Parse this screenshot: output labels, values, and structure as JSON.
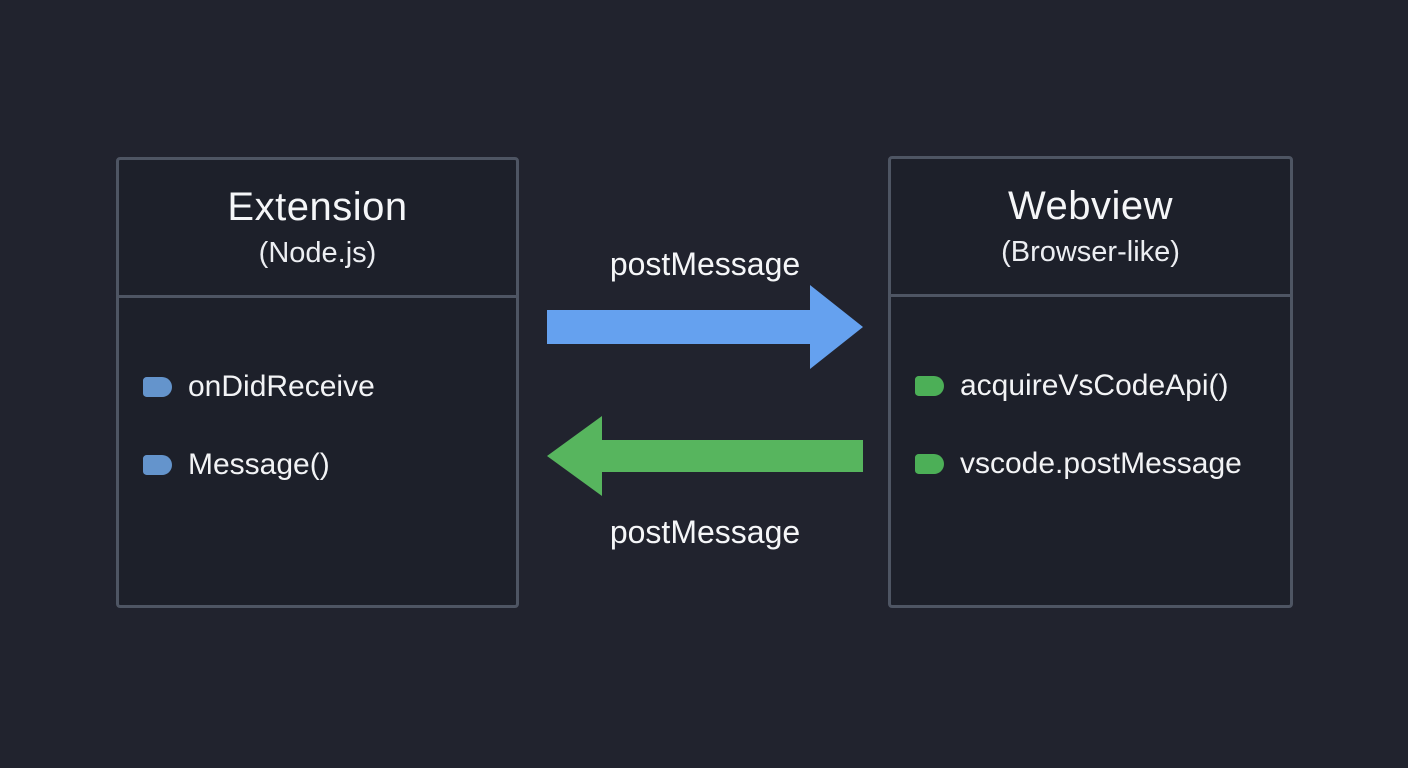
{
  "colors": {
    "background": "#21232e",
    "box_fill": "#1d202a",
    "box_border": "#4e5563",
    "text": "#f2f3f5",
    "blue_arrow": "#65a1ef",
    "green_arrow": "#57b55e",
    "blue_bullet": "#6494cc",
    "green_bullet": "#4caf57"
  },
  "diagram": {
    "left_box": {
      "title": "Extension",
      "subtitle": "(Node.js)",
      "items": [
        {
          "bullet": "blue-tag-bullet",
          "label": "onDidReceive"
        },
        {
          "bullet": "blue-tag-bullet",
          "label": "Message()"
        }
      ]
    },
    "right_box": {
      "title": "Webview",
      "subtitle": "(Browser-like)",
      "items": [
        {
          "bullet": "green-tag-bullet",
          "label": "acquireVsCodeApi()"
        },
        {
          "bullet": "green-tag-bullet",
          "label": "vscode.postMessage"
        }
      ]
    },
    "arrows": [
      {
        "direction": "right",
        "label": "postMessage",
        "color": "#65a1ef"
      },
      {
        "direction": "left",
        "label": "postMessage",
        "color": "#57b55e"
      }
    ]
  }
}
